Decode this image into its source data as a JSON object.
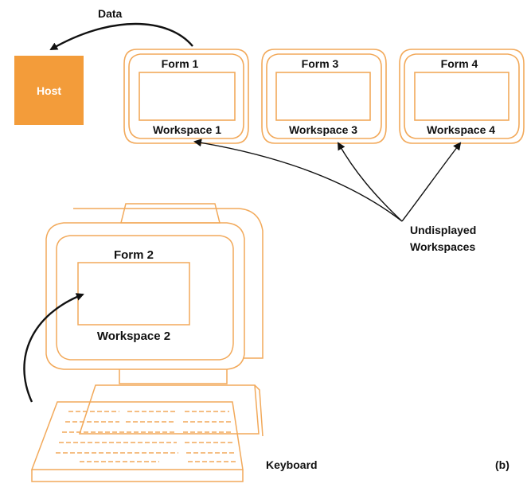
{
  "colors": {
    "accent": "#f39c3a",
    "outline": "#f2a95a",
    "text": "#111111",
    "arrow": "#111111"
  },
  "labels": {
    "data": "Data",
    "host": "Host",
    "form1": "Form 1",
    "workspace1": "Workspace 1",
    "form3": "Form 3",
    "workspace3": "Workspace 3",
    "form4": "Form 4",
    "workspace4": "Workspace 4",
    "form2": "Form 2",
    "workspace2": "Workspace 2",
    "undisplayed": "Undisplayed\nWorkspaces",
    "undisplayed_line1": "Undisplayed",
    "undisplayed_line2": "Workspaces",
    "keyboard": "Keyboard",
    "panel": "(b)"
  }
}
